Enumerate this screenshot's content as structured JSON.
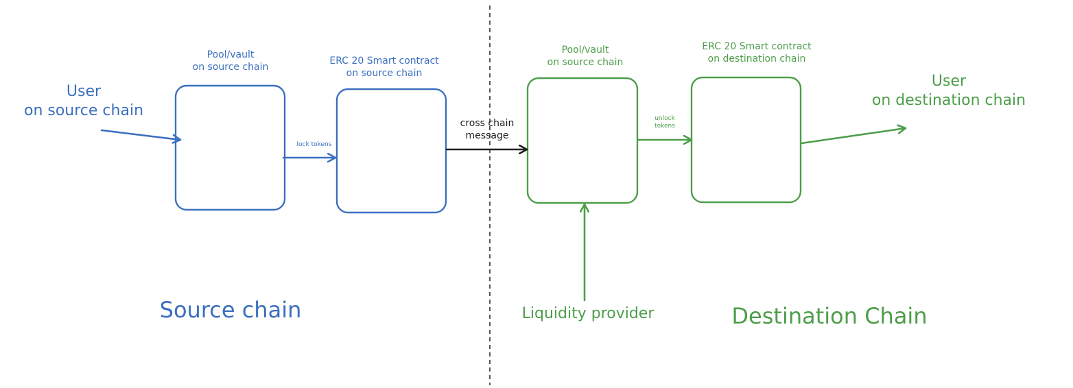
{
  "diagram": {
    "colors": {
      "source": "#3b6fc0",
      "destination": "#4d9e4a",
      "neutral": "#1e1e1e",
      "divider": "#1e1e1e"
    },
    "labels": {
      "user_source": "User\non source chain",
      "pool_source": "Pool/vault\non source chain",
      "erc20_source": "ERC 20 Smart contract\non source chain",
      "lock_tokens": "lock tokens",
      "cross_chain_message": "cross chain\nmessage",
      "pool_destination": "Pool/vault\non source chain",
      "erc20_destination": "ERC 20 Smart contract\non destination chain",
      "unlock_tokens": "unlock\ntokens",
      "user_destination": "User\non destination chain",
      "liquidity_provider": "Liquidity provider",
      "source_chain_title": "Source chain",
      "destination_chain_title": "Destination Chain"
    },
    "nodes": [
      {
        "id": "pool-source",
        "side": "source",
        "label_key": "pool_source"
      },
      {
        "id": "erc20-source",
        "side": "source",
        "label_key": "erc20_source"
      },
      {
        "id": "pool-destination",
        "side": "destination",
        "label_key": "pool_destination"
      },
      {
        "id": "erc20-destination",
        "side": "destination",
        "label_key": "erc20_destination"
      }
    ],
    "edges": [
      {
        "from": "user-source",
        "to": "pool-source",
        "label_key": ""
      },
      {
        "from": "pool-source",
        "to": "erc20-source",
        "label_key": "lock_tokens"
      },
      {
        "from": "erc20-source",
        "to": "pool-destination",
        "label_key": "cross_chain_message"
      },
      {
        "from": "pool-destination",
        "to": "erc20-destination",
        "label_key": "unlock_tokens"
      },
      {
        "from": "erc20-destination",
        "to": "user-destination",
        "label_key": ""
      },
      {
        "from": "liquidity-provider",
        "to": "pool-destination",
        "label_key": ""
      }
    ]
  }
}
